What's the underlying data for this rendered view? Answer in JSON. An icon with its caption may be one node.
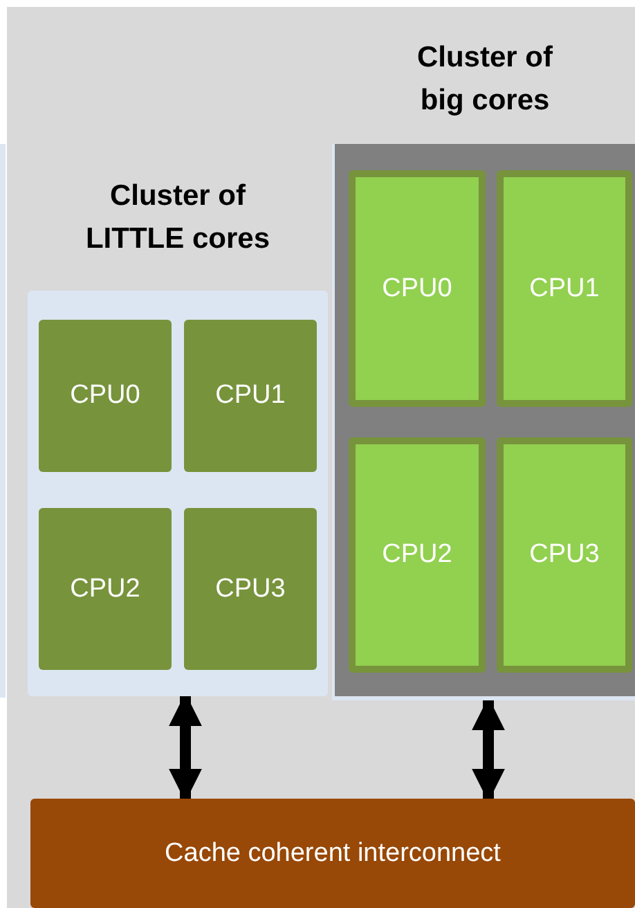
{
  "diagram": {
    "nodes": [
      {
        "text": [
          "Cluster of LITTLE cores"
        ]
      },
      {
        "text": [
          "CPU0"
        ],
        "in": 0
      },
      {
        "text": [
          "CPU1"
        ],
        "in": 0
      },
      {
        "text": [
          "CPU2"
        ],
        "in": 0
      },
      {
        "text": [
          "CPU3"
        ],
        "in": 0
      },
      {
        "text": [
          "Cluster of big cores"
        ]
      },
      {
        "text": [
          "CPU0"
        ],
        "in": 5
      },
      {
        "text": [
          "CPU1"
        ],
        "in": 5
      },
      {
        "text": [
          "CPU2"
        ],
        "in": 5
      },
      {
        "text": [
          "CPU3"
        ],
        "in": 5
      },
      {
        "text": [
          "Cache coherent interconnect"
        ]
      }
    ],
    "edges": [
      {
        "from": 0,
        "to": 10,
        "arrow": "both"
      },
      {
        "from": 5,
        "to": 10,
        "arrow": "both"
      }
    ]
  }
}
